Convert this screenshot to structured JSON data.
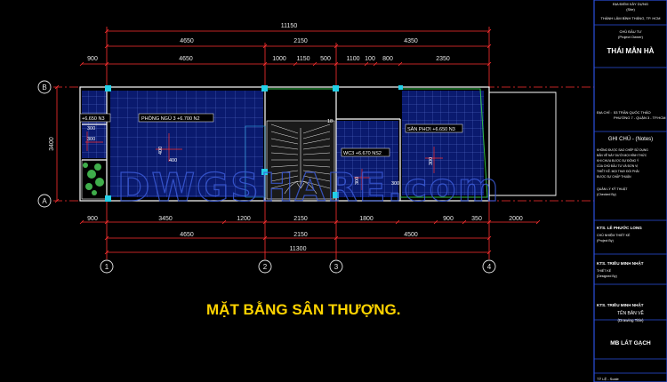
{
  "dims_top": {
    "overall": "11150",
    "row2": [
      "4650",
      "2150",
      "4350"
    ],
    "row3": [
      "900",
      "4650",
      "1000",
      "1150",
      "500",
      "1100",
      "100",
      "800",
      "2350"
    ]
  },
  "dims_bottom": {
    "row1": [
      "900",
      "3450",
      "1200",
      "2150",
      "1800",
      "900",
      "350",
      "2000"
    ],
    "row2": [
      "4650",
      "2150",
      "4500"
    ],
    "overall": "11300"
  },
  "dims_left": {
    "overall": "3400"
  },
  "grid_rows": [
    "B",
    "A"
  ],
  "grid_cols": [
    "1",
    "2",
    "3",
    "4"
  ],
  "rooms": {
    "left_level": "+6.650 N3",
    "bedroom": "PHÒNG NGỦ 3 +6.700 N2",
    "wc": "WC3 +6.670 NS2",
    "terrace": "SÂN PHƠI +6.650 N3",
    "stair_step": "18"
  },
  "inner_dims": {
    "d300a": "300",
    "d400v": "400",
    "d400h": "400",
    "d300wc": "300",
    "d300ter": "300",
    "d300b": "300",
    "d300c": "300"
  },
  "watermark": "DWGSHARE.com",
  "drawing_title": "MẶT BẰNG SÂN THƯỢNG.",
  "title_block": {
    "loc_label": "ĐỊA ĐIỂM XÂY DỰNG",
    "loc_sub": "(Site)",
    "loc_value": "THÀNH LÂM BÌNH THẮNG, TP. HCM",
    "owner_label": "CHỦ ĐẦU TƯ",
    "owner_sub": "(Project Owner)",
    "owner_name": "THÁI MẪN HÀ",
    "address_prefix": "ĐỊA CHỈ :",
    "address_line1": "53 TRẦN QUỐC THẢO",
    "address_line2": "PHƯỜNG 7 - QUẬN 3 - TP.HCM",
    "notes_title": "GHI CHÚ - (Notes)",
    "notes_text": [
      "KHÔNG ĐƯỢC SAO CHÉP SỬ DỤNG",
      "BẢN VẼ NÀY DƯỚI MỌI HÌNH THỨC",
      "KHI CHƯA ĐƯỢC SỰ ĐỒNG Ý",
      "CỦA CHỦ ĐẦU TƯ VÀ ĐƠN VỊ",
      "THIẾT KẾ. MỌI THAY ĐỔI PHẢI",
      "ĐƯỢC SỰ CHẤP THUẬN"
    ],
    "manager_label": "QUẢN LÝ KỸ THUẬT",
    "manager_sub": "(Checked By)",
    "designer1": "KTS. LÊ PHƯỚC LONG",
    "designer1_role": "CHỦ NHIỆM THIẾT KẾ",
    "designer1_sub": "(Project By)",
    "designer2": "KTS. TRIỀU MINH NHẬT",
    "designer2_role": "THIẾT KẾ",
    "designer2_sub": "(Designed By)",
    "designer3": "KTS. TRIỀU MINH NHẬT",
    "drawing_label": "TÊN BẢN VẼ",
    "drawing_sub": "(Drawing Title)",
    "drawing_name": "MB LÁT GẠCH",
    "scale_label": "TỶ LỆ - Scale"
  },
  "colors": {
    "background": "#000000",
    "dimension": "#ff3030",
    "walls": "#ffffff",
    "grid_fill": "#0a1a6e",
    "tile_lines": "#5a6fd0",
    "title": "#ffd400",
    "watermark": "#3b5bd8",
    "title_block": "#2b4fe0"
  }
}
